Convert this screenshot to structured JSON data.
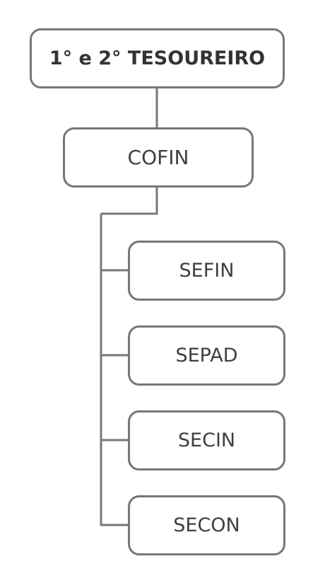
{
  "diagram": {
    "root": {
      "label": "1° e 2° TESOUREIRO"
    },
    "middle": {
      "label": "COFIN"
    },
    "children": [
      {
        "label": "SEFIN"
      },
      {
        "label": "SEPAD"
      },
      {
        "label": "SECIN"
      },
      {
        "label": "SECON"
      }
    ],
    "colors": {
      "border": "#777777",
      "connector": "#777777",
      "text": "#3f3f3f",
      "background": "#ffffff"
    }
  }
}
